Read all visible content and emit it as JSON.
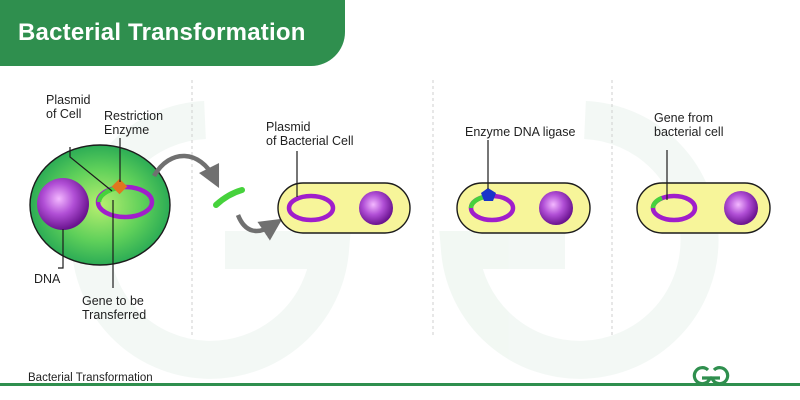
{
  "header": {
    "title": "Bacterial Transformation"
  },
  "labels": {
    "plasmid_of_cell_1": "Plasmid",
    "plasmid_of_cell_2": "of Cell",
    "restriction_enzyme_1": "Restriction",
    "restriction_enzyme_2": "Enzyme",
    "dna": "DNA",
    "gene_transferred_1": "Gene to be",
    "gene_transferred_2": "Transferred",
    "plasmid_bacterial_1": "Plasmid",
    "plasmid_bacterial_2": "of Bacterial Cell",
    "enzyme_ligase": "Enzyme DNA ligase",
    "gene_from_1": "Gene from",
    "gene_from_2": "bacterial cell"
  },
  "footer": {
    "caption": "Bacterial Transformation",
    "logo_icon": "gfg-logo-icon"
  },
  "colors": {
    "brand_green": "#2f8f4e",
    "cell_green": "#3cbf5e",
    "cell_yellow": "#f7f59a",
    "plasmid_purple": "#a01ecb",
    "gene_green": "#46d23c",
    "enzyme_orange": "#e0771f",
    "ligase_blue": "#1a34c9",
    "arrow_gray": "#707070"
  }
}
